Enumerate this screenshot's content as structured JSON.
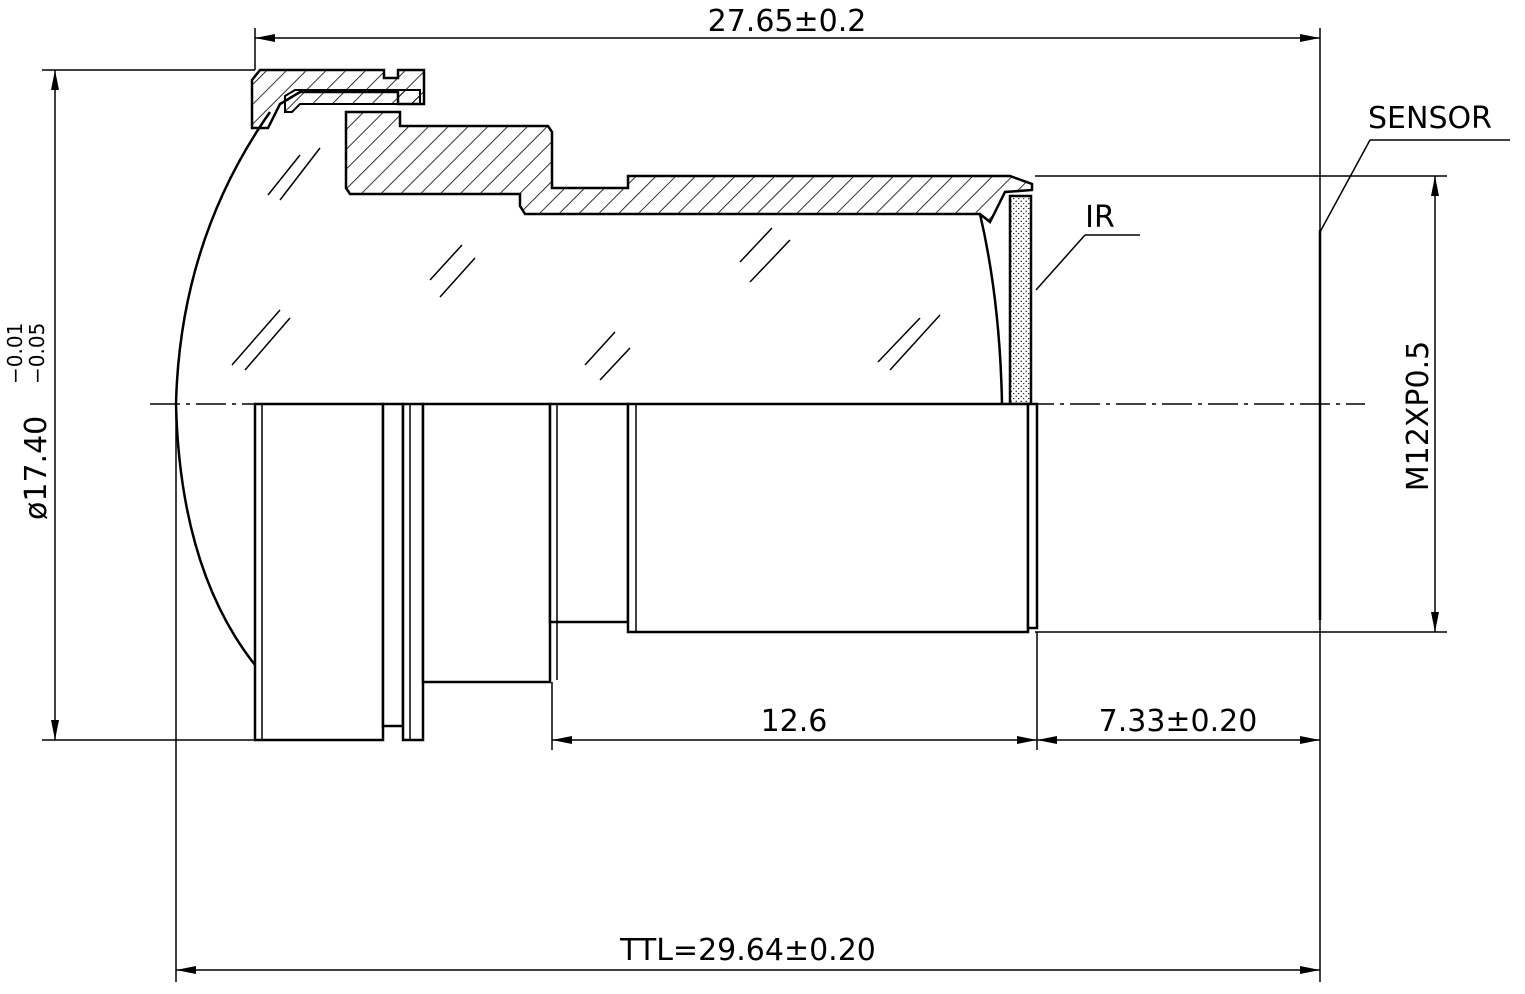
{
  "dimensions": {
    "overall_length": "27.65±0.2",
    "diameter_main": "ø17.40",
    "diameter_tol_upper": "−0.01",
    "diameter_tol_lower": "−0.05",
    "thread": "M12XP0.5",
    "mount_length": "12.6",
    "back_focal": "7.33±0.20",
    "ttl": "TTL=29.64±0.20"
  },
  "labels": {
    "sensor": "SENSOR",
    "ir": "IR"
  }
}
